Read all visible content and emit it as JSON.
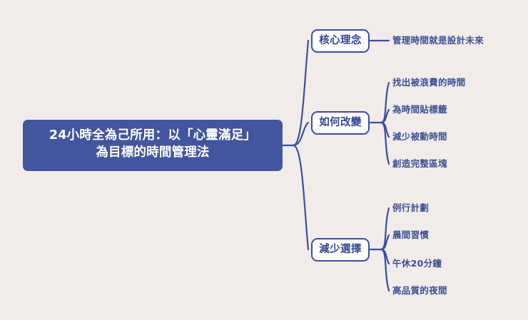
{
  "canvas": {
    "background_color": "#f1ecea",
    "line_color": "#3b4f9e"
  },
  "root": {
    "label": "24小時全為己所用：以「心靈滿足」\n為目標的時間管理法",
    "fill_color": "#42559e",
    "text_color": "#ffffff"
  },
  "branches": [
    {
      "label": "核心理念",
      "children": [
        {
          "label": "管理時間就是設計未來"
        }
      ]
    },
    {
      "label": "如何改變",
      "children": [
        {
          "label": "找出被浪費的時間"
        },
        {
          "label": "為時間貼標籤"
        },
        {
          "label": "減少被動時間"
        },
        {
          "label": "創造完整區塊"
        }
      ]
    },
    {
      "label": "減少選擇",
      "children": [
        {
          "label": "例行計劃"
        },
        {
          "label": "晨間習慣"
        },
        {
          "label": "午休20分鐘"
        },
        {
          "label": "高品質的夜間"
        }
      ]
    }
  ]
}
